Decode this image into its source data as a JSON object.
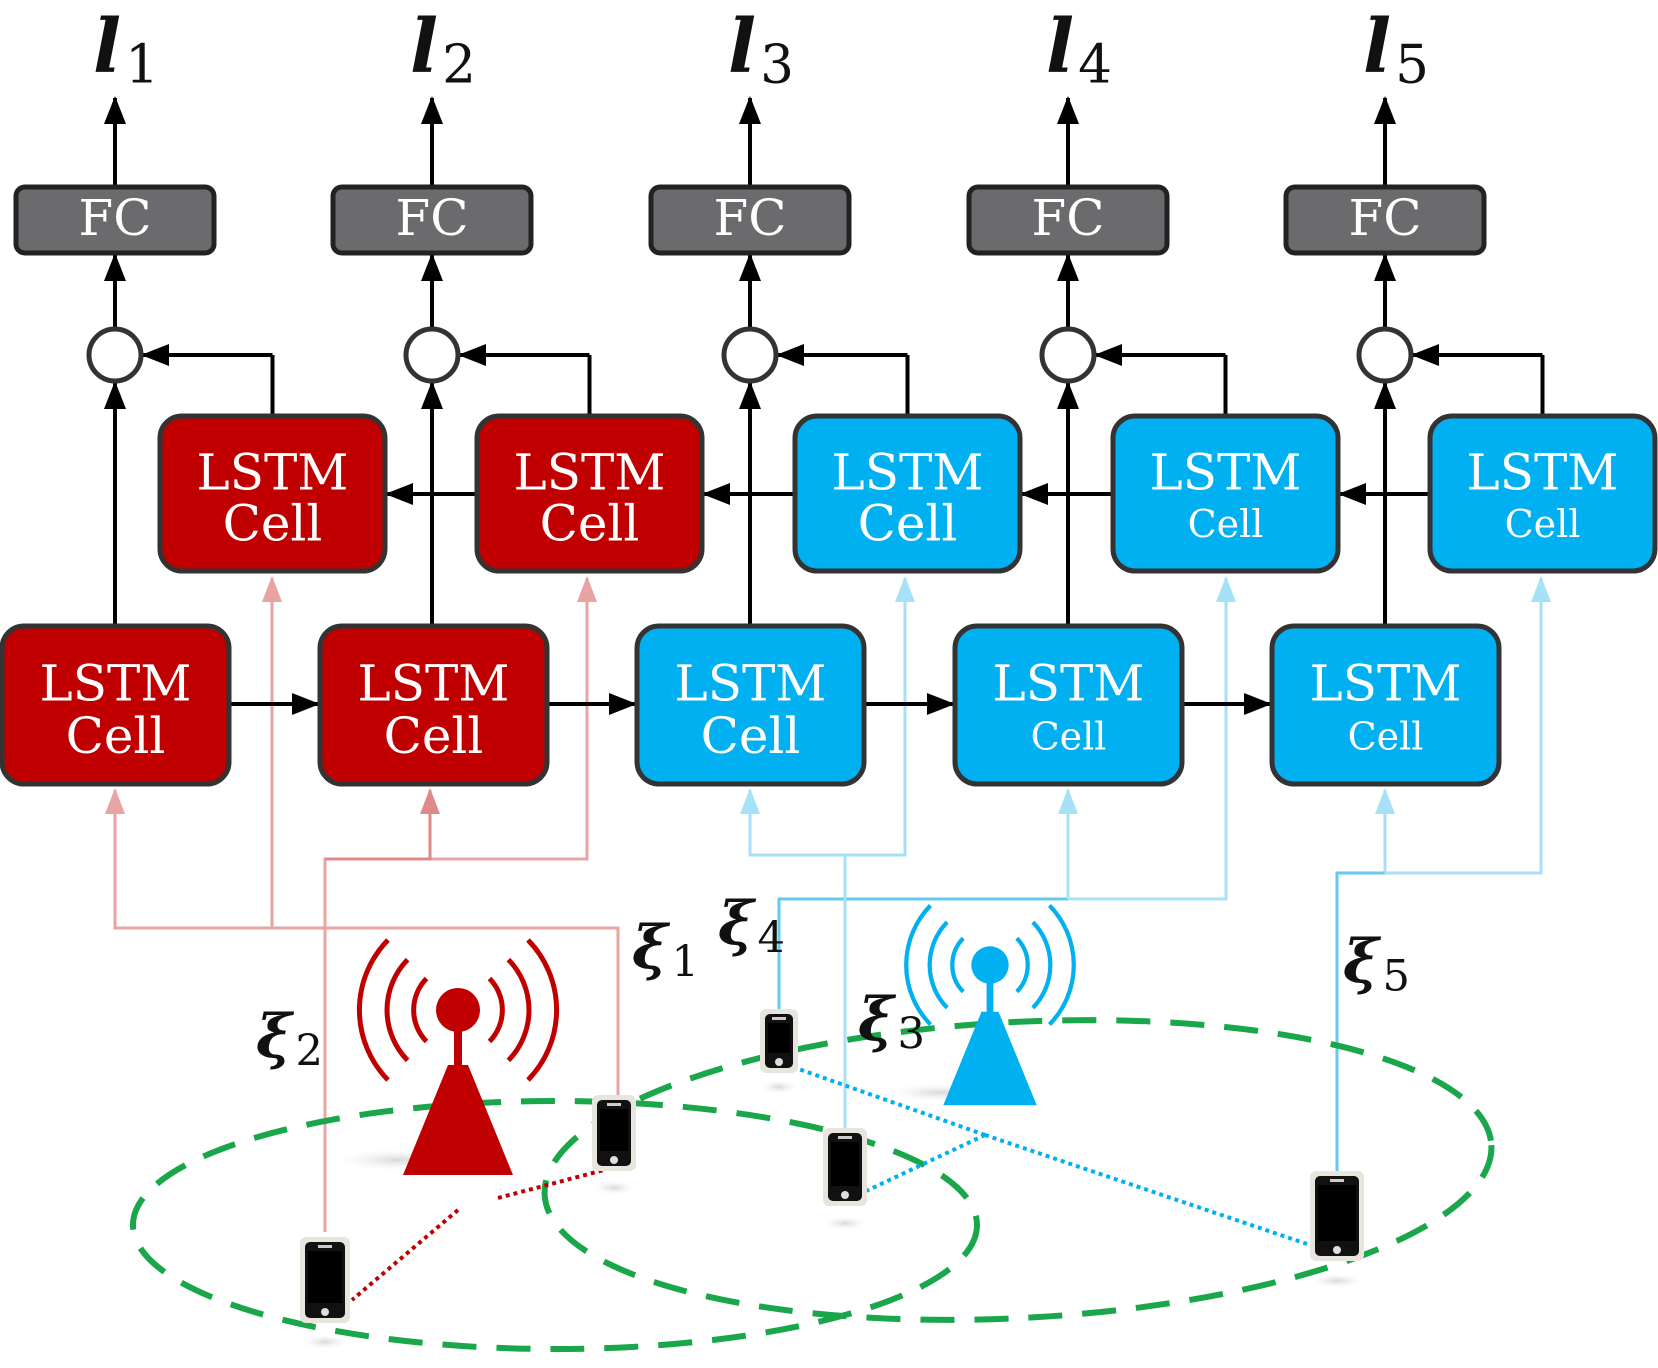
{
  "colors": {
    "red": "#c00000",
    "blue": "#00b0f0",
    "dark_gray": "#6b6b6e",
    "border": "#333333",
    "green_dashed": "#1aa64a",
    "red_light": "#e8a3a3",
    "blue_light": "#a6e1f7",
    "blue_mid": "#66c9f0"
  },
  "outputs": [
    {
      "symbol": "l",
      "subscript": "1"
    },
    {
      "symbol": "l",
      "subscript": "2"
    },
    {
      "symbol": "l",
      "subscript": "3"
    },
    {
      "symbol": "l",
      "subscript": "4"
    },
    {
      "symbol": "l",
      "subscript": "5"
    }
  ],
  "fc_label": "FC",
  "lstm_line1": "LSTM",
  "lstm_line2": "Cell",
  "backward_cells": [
    {
      "group": "red"
    },
    {
      "group": "red"
    },
    {
      "group": "blue"
    },
    {
      "group": "blue"
    },
    {
      "group": "blue"
    }
  ],
  "forward_cells": [
    {
      "group": "red"
    },
    {
      "group": "red"
    },
    {
      "group": "blue"
    },
    {
      "group": "blue"
    },
    {
      "group": "blue"
    }
  ],
  "inputs": [
    {
      "symbol": "ξ",
      "subscript": "1"
    },
    {
      "symbol": "ξ",
      "subscript": "2"
    },
    {
      "symbol": "ξ",
      "subscript": "3"
    },
    {
      "symbol": "ξ",
      "subscript": "4"
    },
    {
      "symbol": "ξ",
      "subscript": "5"
    }
  ],
  "icons": {
    "base_station": "cell-tower-icon",
    "phone": "smartphone-icon"
  }
}
